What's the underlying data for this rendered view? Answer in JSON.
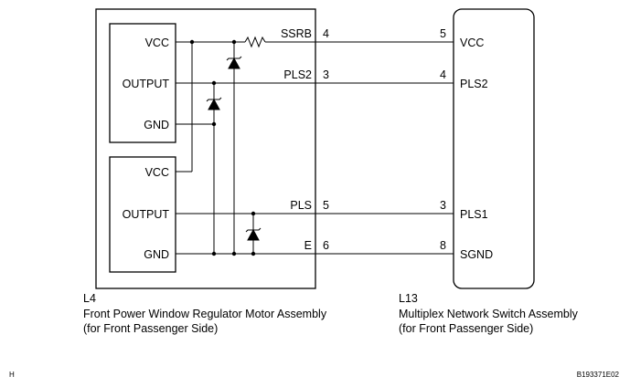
{
  "left_assembly": {
    "code": "L4",
    "name": "Front Power Window Regulator Motor Assembly",
    "note": "(for Front Passenger Side)",
    "upper_block": {
      "vcc": "VCC",
      "output": "OUTPUT",
      "gnd": "GND"
    },
    "lower_block": {
      "vcc": "VCC",
      "output": "OUTPUT",
      "gnd": "GND"
    }
  },
  "right_assembly": {
    "code": "L13",
    "name": "Multiplex Network Switch Assembly",
    "note": "(for Front Passenger Side)",
    "terminals": {
      "vcc": "VCC",
      "pls2": "PLS2",
      "pls1": "PLS1",
      "sgnd": "SGND"
    }
  },
  "wires": [
    {
      "signal": "SSRB",
      "left_pin": "4",
      "right_pin": "5"
    },
    {
      "signal": "PLS2",
      "left_pin": "3",
      "right_pin": "4"
    },
    {
      "signal": "PLS",
      "left_pin": "5",
      "right_pin": "3"
    },
    {
      "signal": "E",
      "left_pin": "6",
      "right_pin": "8"
    }
  ],
  "footer": {
    "left_mark": "H",
    "image_code": "B193371E02"
  }
}
